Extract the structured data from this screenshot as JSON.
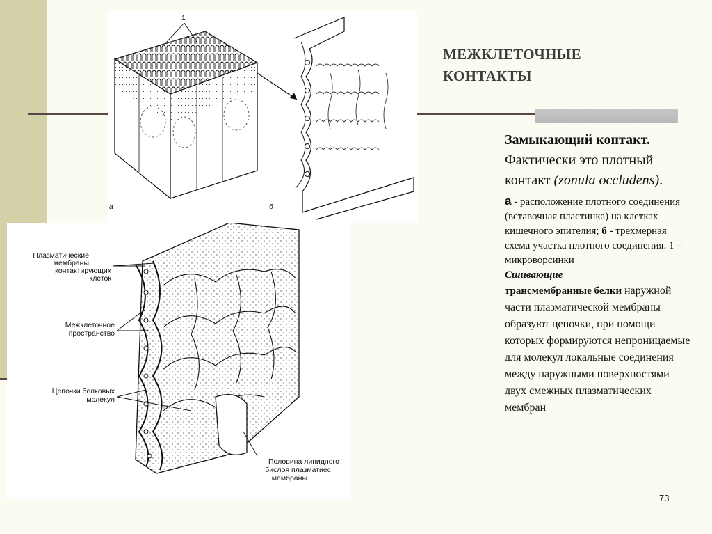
{
  "slide": {
    "title": "МЕЖКЛЕТОЧНЫЕ КОНТАКТЫ",
    "page_number": "73"
  },
  "figure_top": {
    "number_label": "1",
    "panel_a_letter": "а",
    "panel_b_letter": "б"
  },
  "figure_bottom": {
    "labels": {
      "membranes_1": "Плазматические",
      "membranes_2": "мембраны",
      "membranes_3": "контактирующих",
      "membranes_4": "клеток",
      "space_1": "Межклеточное",
      "space_2": "пространство",
      "chains_1": "Цепочки белковых",
      "chains_2": "молекул",
      "half_1": "Половина липидного",
      "half_2": "бислоя плазматиес",
      "half_3": "мембраны"
    }
  },
  "text": {
    "heading_bold": "Замыкающий контакт.",
    "heading_rest": " Фактически это плотный контакт",
    "latin": "(zonula occludens)",
    "latin_end": ".",
    "a_letter": "а",
    "a_text": " - расположение плотного соединения (вставочная пластинка) на клетках кишечного эпителия;",
    "b_letter": "б",
    "b_text": " - трехмерная схема участка плотного соединения. 1 – микроворсинки",
    "stitch_italic": "Сшивающие",
    "stitch_bold": "трансмембранные белки",
    "paragraph": "наружной части плазматической мембраны образуют цепочки, при помощи которых формируются непроницаемые для молекул локальные соединения между наружными поверхностями двух смежных плазматических мембран"
  }
}
